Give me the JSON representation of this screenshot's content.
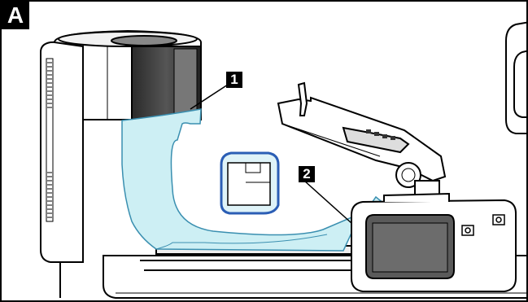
{
  "panel_label": "A",
  "callouts": [
    {
      "label": "1"
    },
    {
      "label": "2"
    }
  ],
  "colors": {
    "drape": "#cdeff4",
    "drape_edge": "#3a8fb0",
    "highlight_outline": "#2b5eb5",
    "machine_dark": "#333333",
    "screen": "#5a5a5a"
  }
}
